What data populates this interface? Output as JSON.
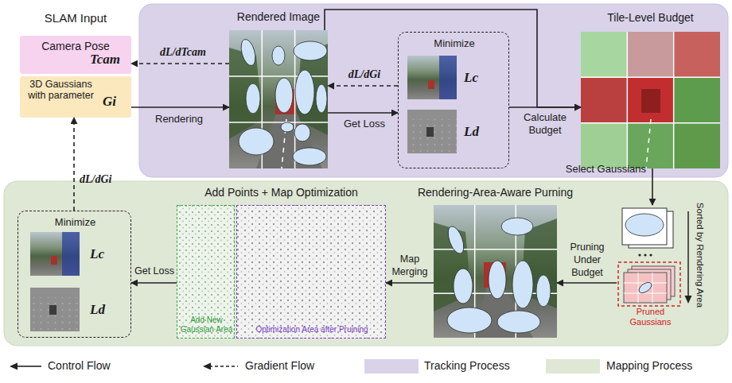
{
  "diagram": {
    "nodes": [
      {
        "text": [
          "Camera Pose",
          "Tcam"
        ]
      },
      {
        "text": [
          "3D Gaussians with parameter",
          "Gi"
        ]
      },
      {
        "text": [
          "Rendered Image"
        ]
      },
      {
        "text": [
          "Minimize",
          "Lc",
          "Ld"
        ]
      },
      {
        "text": [
          "Tile-Level Budget"
        ]
      },
      {
        "text": [
          "Minimize",
          "Lc",
          "Ld"
        ]
      },
      {
        "text": [
          "Add Points + Map Optimization"
        ]
      },
      {
        "text": [
          "Add New Gaussian Area"
        ],
        "in": 6
      },
      {
        "text": [
          "Optimization Area after Pruining"
        ],
        "in": 6
      },
      {
        "text": [
          "Rendering-Area-Aware Purning"
        ]
      },
      {
        "text": [
          "Sorted by Rendering Area",
          "Pruned Gaussians"
        ]
      }
    ],
    "edges": [
      {
        "from": 1,
        "to": 2,
        "label": "Rendering",
        "arrow": "to"
      },
      {
        "from": 2,
        "to": 0,
        "label": "dL/dTcam",
        "arrow": "to"
      },
      {
        "from": 2,
        "to": 3,
        "label": "Get Loss",
        "arrow": "to"
      },
      {
        "from": 3,
        "to": 2,
        "label": "dL/dGi",
        "arrow": "to"
      },
      {
        "from": 3,
        "to": 4,
        "label": "Calculate Budget",
        "arrow": "to"
      },
      {
        "from": 2,
        "to": 4,
        "arrow": "to"
      },
      {
        "from": 4,
        "to": 10,
        "label": "Select Gaussians",
        "arrow": "to"
      },
      {
        "from": 10,
        "to": 9,
        "label": "Pruning Under Budget",
        "arrow": "to"
      },
      {
        "from": 9,
        "to": 6,
        "label": "Map Merging",
        "arrow": "to"
      },
      {
        "from": 6,
        "to": 5,
        "label": "Get Loss",
        "arrow": "to"
      },
      {
        "from": 5,
        "to": 1,
        "label": "dL/dGi",
        "arrow": "to"
      }
    ],
    "labels": [
      "SLAM Input"
    ],
    "legend": [
      {
        "text": "Control Flow"
      },
      {
        "text": "Gradient Flow"
      },
      {
        "text": "Tracking Process",
        "color": "#d9d2e9"
      },
      {
        "text": "Mapping Process",
        "color": "#dfe7d5"
      }
    ]
  }
}
